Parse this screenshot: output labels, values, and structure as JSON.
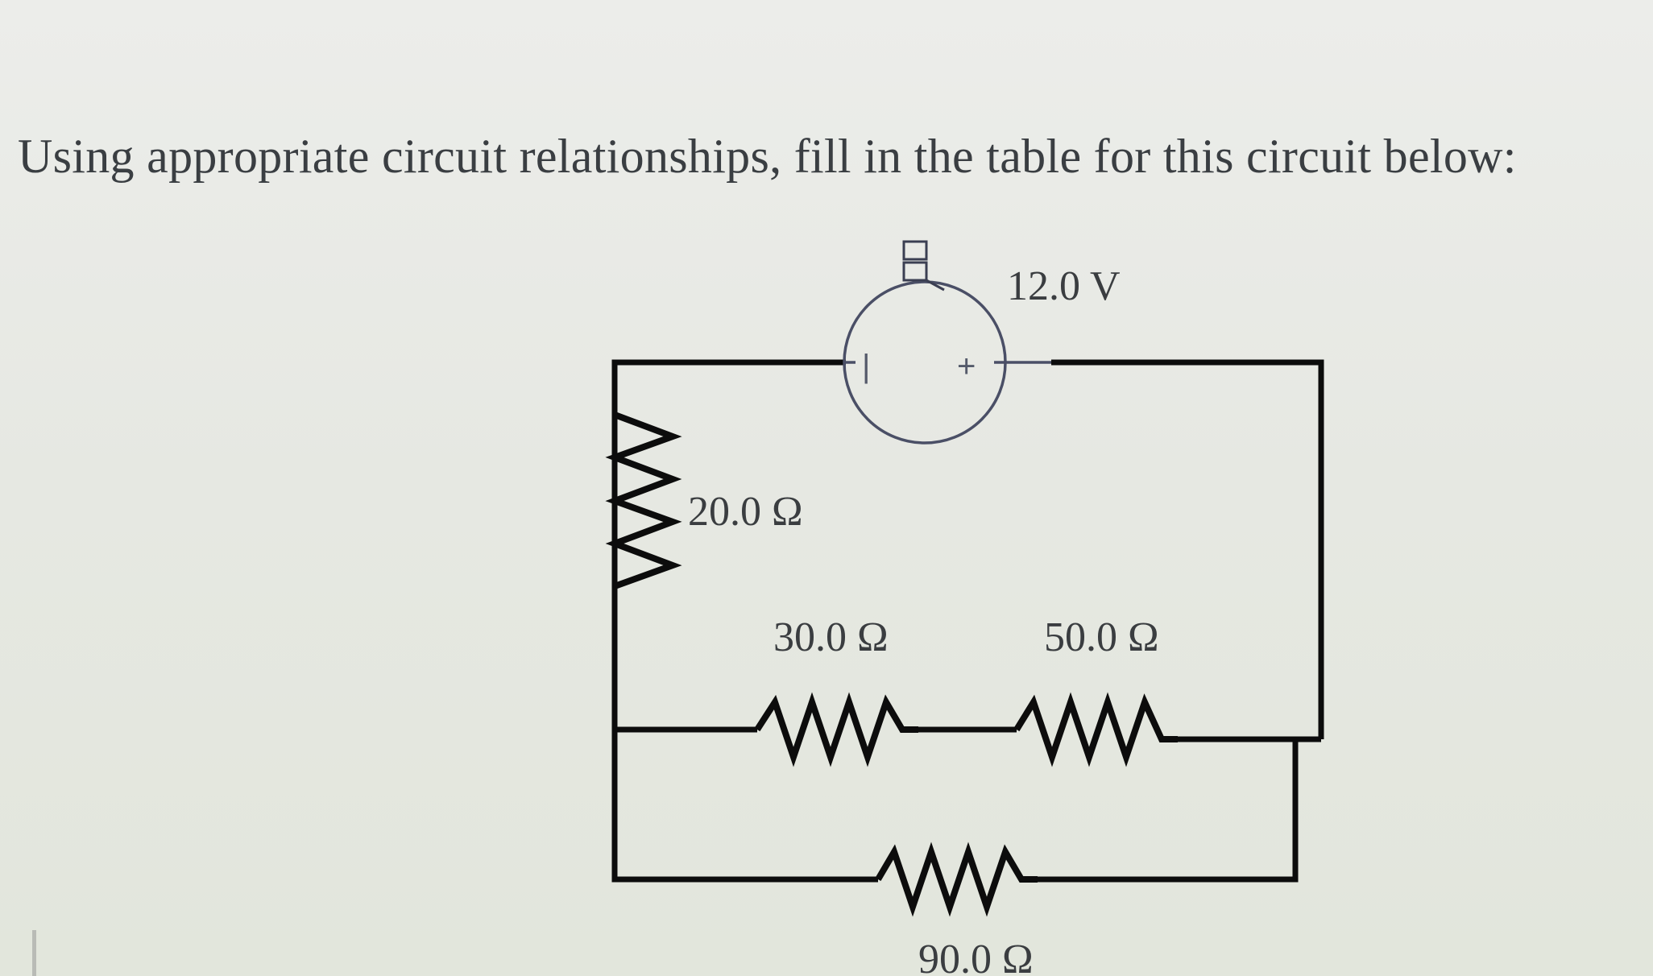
{
  "prompt": "Using appropriate circuit relationships, fill in the table for this circuit below:",
  "circuit": {
    "source": {
      "voltage": "12.0 V",
      "minus_symbol": "|",
      "plus_symbol": "+"
    },
    "resistors": [
      {
        "id": "r1",
        "value": "20.0 Ω"
      },
      {
        "id": "r2",
        "value": "30.0 Ω"
      },
      {
        "id": "r3",
        "value": "50.0 Ω"
      },
      {
        "id": "r4",
        "value": "90.0 Ω"
      }
    ]
  }
}
